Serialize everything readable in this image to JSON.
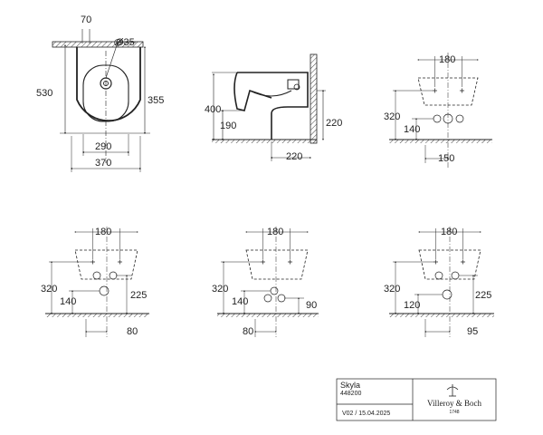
{
  "top_front": {
    "d70": "70",
    "d35": "Ø35",
    "d530": "530",
    "d355": "355",
    "d290": "290",
    "d370": "370"
  },
  "side": {
    "d400": "400",
    "d190": "190",
    "d220v": "220",
    "d220h": "220"
  },
  "view_a": {
    "d180": "180",
    "d320": "320",
    "d140": "140",
    "d150": "150"
  },
  "view_b": {
    "d180": "180",
    "d320": "320",
    "d140": "140",
    "d225": "225",
    "d80": "80"
  },
  "view_c": {
    "d180": "180",
    "d320": "320",
    "d140": "140",
    "d90": "90",
    "d80": "80"
  },
  "view_d": {
    "d180": "180",
    "d320": "320",
    "d120": "120",
    "d225": "225",
    "d95": "95"
  },
  "title_block": {
    "product": "Skyla",
    "code": "448200",
    "version": "V02 / 15.04.2025",
    "brand": "Villeroy & Boch",
    "since": "1748"
  }
}
